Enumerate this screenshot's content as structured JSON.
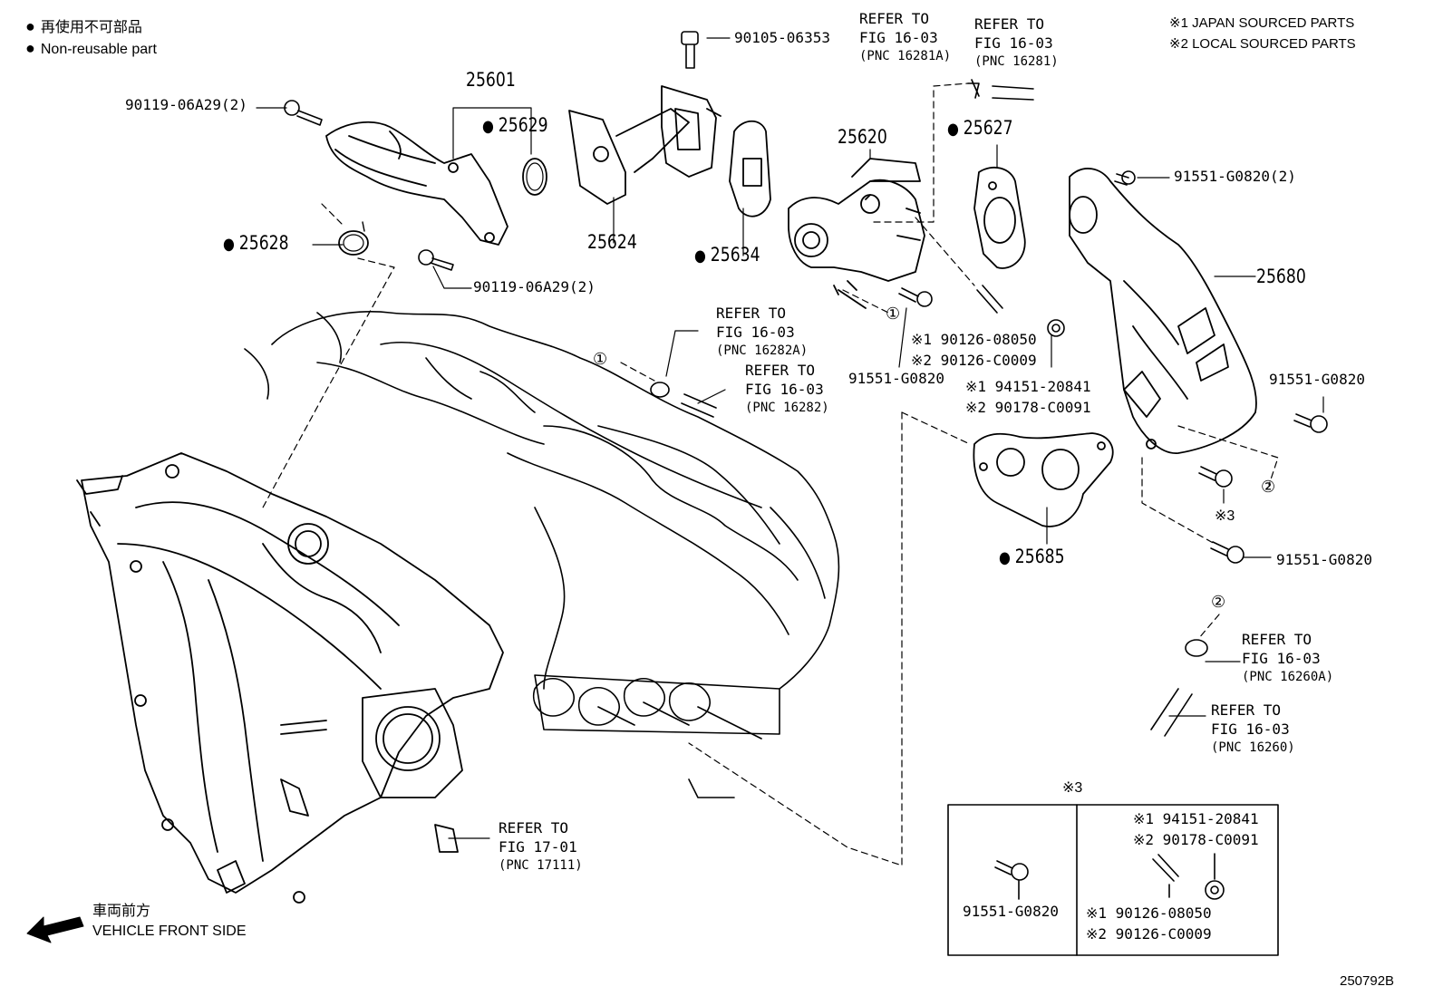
{
  "legend": {
    "nonreusable_jp": "再使用不可部品",
    "nonreusable_en": "Non-reusable part"
  },
  "sourcing": {
    "japan": "※1 JAPAN SOURCED PARTS",
    "local": "※2 LOCAL SOURCED PARTS"
  },
  "parts": {
    "p25601": "25601",
    "p25629": "25629",
    "p25628": "25628",
    "p25624": "25624",
    "p25634": "25634",
    "p25620": "25620",
    "p25627": "25627",
    "p25680": "25680",
    "p25685": "25685",
    "bolt_06A29_top": "90119-06A29(2)",
    "bolt_06A29_bottom": "90119-06A29(2)",
    "bolt_06353": "90105-06353",
    "bolt_G0820_2": "91551-G0820(2)",
    "bolt_G0820_right": "91551-G0820",
    "bolt_G0820_mid": "91551-G0820",
    "bolt_G0820_low": "91551-G0820",
    "stud_j": "※1 90126-08050",
    "stud_l": "※2 90126-C0009",
    "nut_j": "※1 94151-20841",
    "nut_l": "※2 90178-C0091",
    "note3": "※3"
  },
  "references": [
    {
      "line1": "REFER TO",
      "line2": "FIG 16-03",
      "pnc": "(PNC 16281A)"
    },
    {
      "line1": "REFER TO",
      "line2": "FIG 16-03",
      "pnc": "(PNC 16281)"
    },
    {
      "line1": "REFER TO",
      "line2": "FIG 16-03",
      "pnc": "(PNC 16282A)"
    },
    {
      "line1": "REFER TO",
      "line2": "FIG 16-03",
      "pnc": "(PNC 16282)"
    },
    {
      "line1": "REFER TO",
      "line2": "FIG 16-03",
      "pnc": "(PNC 16260A)"
    },
    {
      "line1": "REFER TO",
      "line2": "FIG 16-03",
      "pnc": "(PNC 16260)"
    },
    {
      "line1": "REFER TO",
      "line2": "FIG 17-01",
      "pnc": "(PNC 17111)"
    }
  ],
  "markers": {
    "one": "①",
    "two": "②"
  },
  "inset": {
    "title": "※3",
    "bolt": "91551-G0820",
    "nut_j": "※1 94151-20841",
    "nut_l": "※2 90178-C0091",
    "stud_j": "※1 90126-08050",
    "stud_l": "※2 90126-C0009"
  },
  "front": {
    "jp": "車両前方",
    "en": "VEHICLE FRONT SIDE"
  },
  "figure_id": "250792B"
}
